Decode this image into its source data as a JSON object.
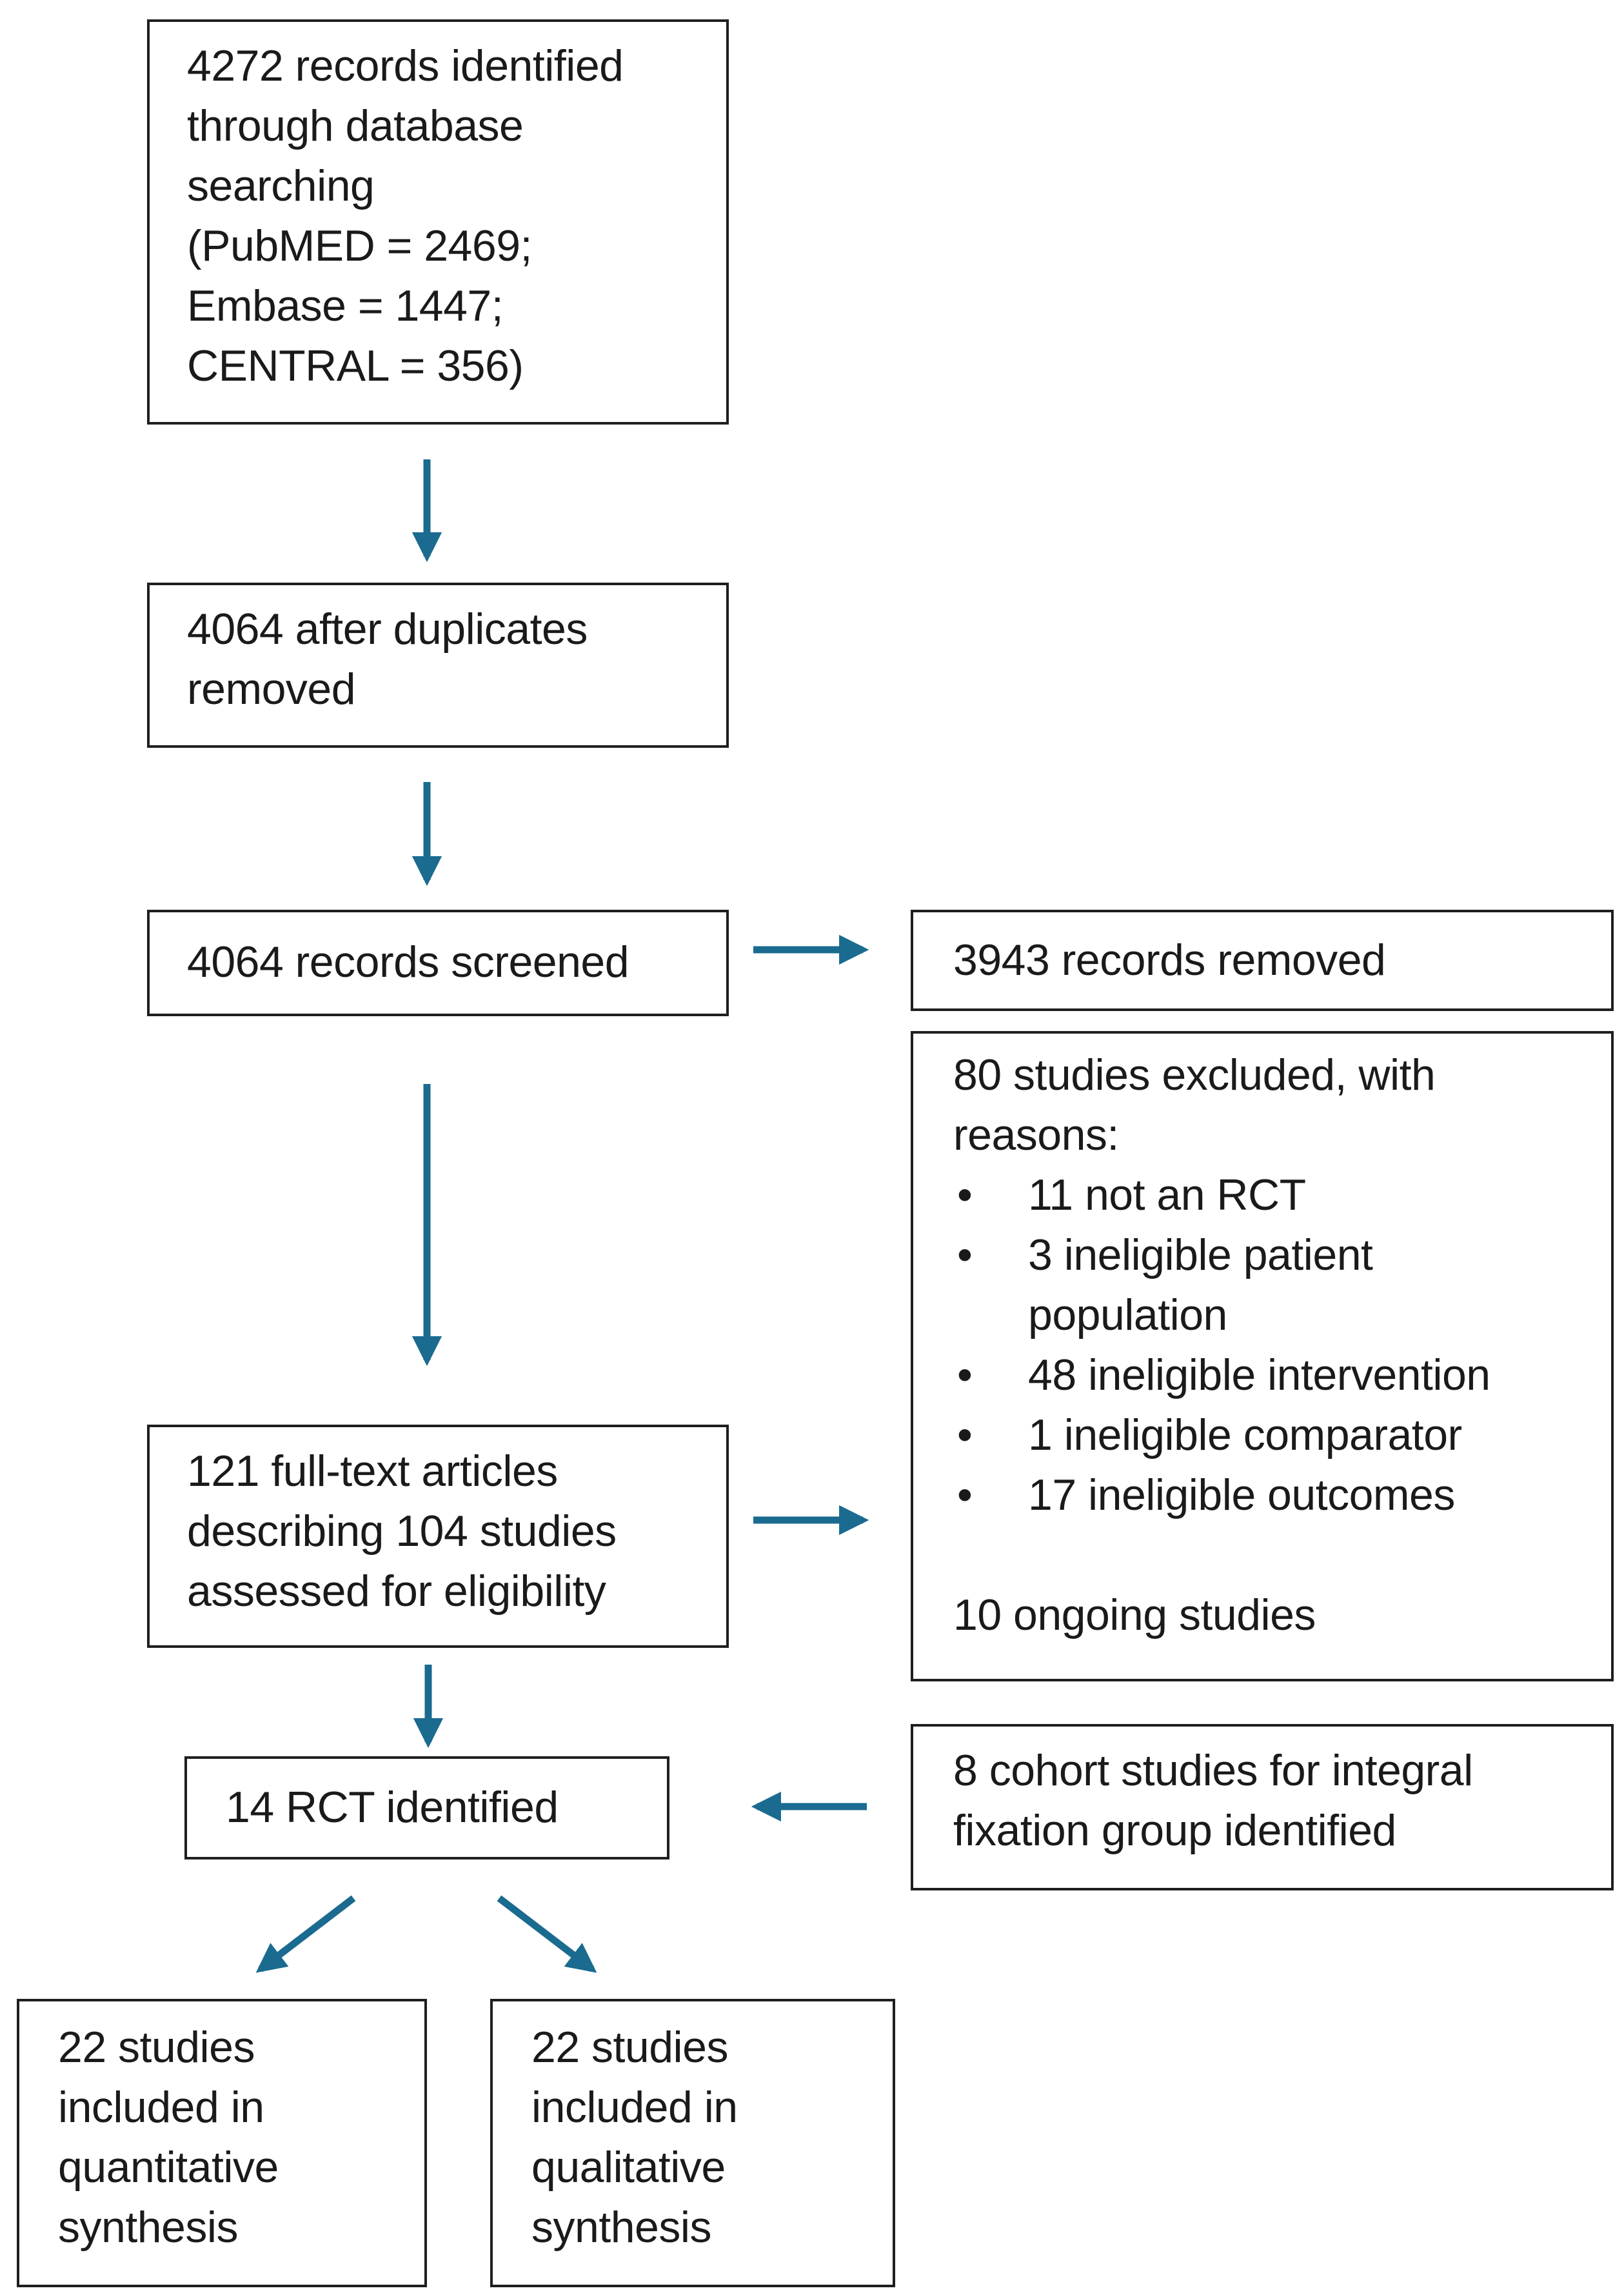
{
  "colors": {
    "arrow": "#1a6b8f",
    "border": "#1f1f1f"
  },
  "boxes": {
    "identified": {
      "lines": [
        "4272 records identified",
        "through database",
        "searching",
        "(PubMED = 2469;",
        "Embase = 1447;",
        "CENTRAL = 356)"
      ]
    },
    "duplicates": {
      "lines": [
        "4064 after duplicates",
        "removed"
      ]
    },
    "screened": {
      "lines": [
        "4064 records screened"
      ]
    },
    "removed": {
      "lines": [
        "3943 records removed"
      ]
    },
    "excluded": {
      "intro": [
        "80 studies excluded, with",
        "reasons:"
      ],
      "bullet_glyph": "•",
      "bullets": [
        [
          "11 not an RCT"
        ],
        [
          "3 ineligible patient",
          "population"
        ],
        [
          "48 ineligible intervention"
        ],
        [
          "1 ineligible comparator"
        ],
        [
          "17 ineligible outcomes"
        ]
      ],
      "footer": "10 ongoing studies"
    },
    "fulltext": {
      "lines": [
        "121 full-text articles",
        "describing 104 studies",
        "assessed for eligibility"
      ]
    },
    "rct": {
      "lines": [
        "14 RCT identified"
      ]
    },
    "cohort": {
      "lines": [
        "8 cohort studies for integral",
        "fixation group identified"
      ]
    },
    "quantitative": {
      "lines": [
        "22 studies",
        "included in",
        "quantitative",
        "synthesis"
      ]
    },
    "qualitative": {
      "lines": [
        "22 studies",
        "included in",
        "qualitative",
        "synthesis"
      ]
    }
  }
}
